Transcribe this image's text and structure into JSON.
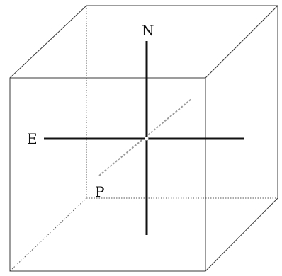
{
  "diagram": {
    "labels": {
      "north": "N",
      "east": "E",
      "point": "P"
    },
    "colors": {
      "background": "#ffffff",
      "edge": "#3a3a3a",
      "axis": "#111111",
      "depth_axis": "#9a9a9a"
    }
  }
}
